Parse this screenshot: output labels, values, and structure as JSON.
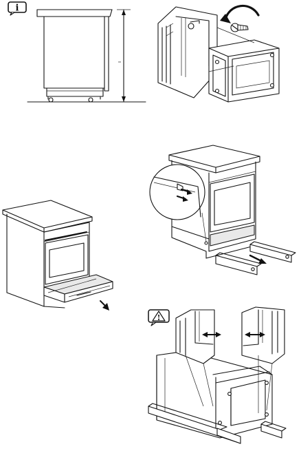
{
  "info_icon": {
    "glyph": "i",
    "icon": "info-icon"
  },
  "warning_icon": {
    "glyph": "!",
    "icon": "warning-icon"
  },
  "panels": [
    {
      "id": "cooker-dimensions",
      "icon": "cooker-side-dimension-drawing"
    },
    {
      "id": "remove-screw",
      "icon": "rotate-screw-icon"
    },
    {
      "id": "open-drawer",
      "icon": "cooker-drawer-open-drawing"
    },
    {
      "id": "remove-rails",
      "icon": "drawer-rails-removal-drawing"
    },
    {
      "id": "adjust-rails",
      "icon": "rail-adjustment-drawing"
    }
  ]
}
